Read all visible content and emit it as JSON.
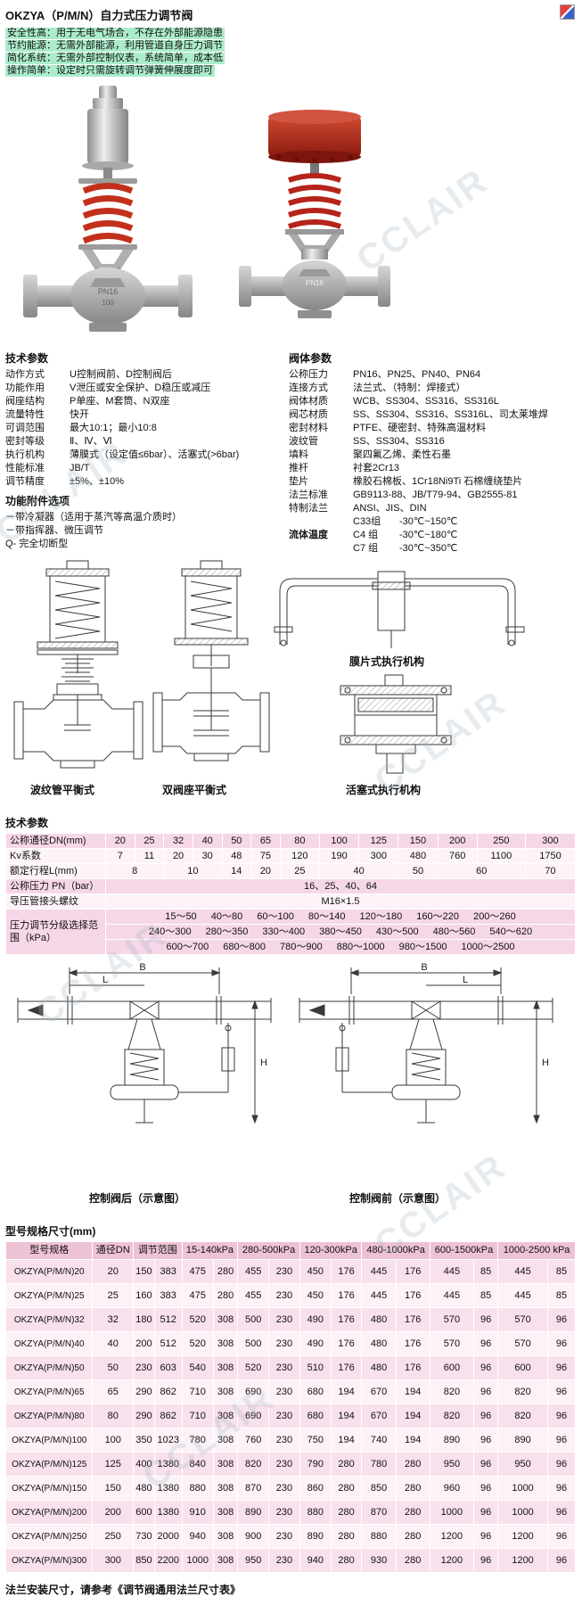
{
  "page": {
    "title": "OKZYA（P/M/N）自力式压力调节阀",
    "watermark": "CCLAIR",
    "footer": "法兰安装尺寸，请参考《调节阀通用法兰尺寸表》"
  },
  "features": [
    "安全性高：用于无电气场合，不存在外部能源隐患",
    "节约能源：无需外部能源，利用管道自身压力调节",
    "简化系统：无需外部控制仪表，系统简单，成本低",
    "操作简单：设定时只需旋转调节弹簧伸展度即可"
  ],
  "sections": {
    "tech_params_title": "技术参数",
    "accessories_title": "功能附件选项",
    "valve_body_title": "阀体参数",
    "size_table_title": "技术参数",
    "model_table_title": "型号规格尺寸(mm)"
  },
  "photo_markings": {
    "pn": "PN16",
    "dn": "100"
  },
  "tech_params": [
    {
      "label": "动作方式",
      "value": "U控制阀前、D控制阀后"
    },
    {
      "label": "功能作用",
      "value": "V泄压或安全保护、D稳压或减压"
    },
    {
      "label": "阀座结构",
      "value": "P单座、M套筒、N双座"
    },
    {
      "label": "流量特性",
      "value": "快开"
    },
    {
      "label": "可调范围",
      "value": "最大10:1；最小10:8"
    },
    {
      "label": "密封等级",
      "value": "Ⅱ、Ⅳ、Ⅵ"
    },
    {
      "label": "执行机构",
      "value": "薄膜式（设定值≤6bar）、活塞式(>6bar)"
    },
    {
      "label": "性能标准",
      "value": "JB/T"
    },
    {
      "label": "调节精度",
      "value": "±5%、±10%"
    }
  ],
  "accessories": [
    "－带冷凝器（适用于蒸汽等高温介质时）",
    "－带指挥器、微压调节",
    "Q- 完全切断型"
  ],
  "valve_body": [
    {
      "label": "公称压力",
      "value": "PN16、PN25、PN40、PN64"
    },
    {
      "label": "连接方式",
      "value": "法兰式、（特制：焊接式）"
    },
    {
      "label": "阀体材质",
      "value": "WCB、SS304、SS316、SS316L"
    },
    {
      "label": "阀芯材质",
      "value": "SS、SS304、SS316、SS316L、司太莱堆焊"
    },
    {
      "label": "密封材料",
      "value": "PTFE、硬密封、特殊高温材料"
    },
    {
      "label": "波纹管",
      "value": "SS、SS304、SS316"
    },
    {
      "label": "填料",
      "value": "聚四氟乙烯、柔性石墨"
    },
    {
      "label": "推杆",
      "value": "衬套2Cr13"
    },
    {
      "label": "垫片",
      "value": "橡胶石棉板、1Cr18Ni9Ti 石棉缠绕垫片"
    },
    {
      "label": "法兰标准",
      "value": "GB9113-88、JB/T79-94、GB2555-81"
    },
    {
      "label": "特制法兰",
      "value": "ANSI、JIS、DIN"
    }
  ],
  "fluid_temp": {
    "label": "流体温度",
    "rows": [
      {
        "group": "C33组",
        "range": "-30℃~150℃"
      },
      {
        "group": "C4 组",
        "range": "-30℃~180℃"
      },
      {
        "group": "C7 组",
        "range": "-30℃~350℃"
      }
    ]
  },
  "drawings": {
    "labels": [
      "波纹管平衡式",
      "双阀座平衡式",
      "膜片式执行机构",
      "活塞式执行机构"
    ]
  },
  "size_table": {
    "rows": [
      {
        "label": "公称通径DN(mm)",
        "cells": [
          "20",
          "25",
          "32",
          "40",
          "50",
          "65",
          "80",
          "100",
          "125",
          "150",
          "200",
          "250",
          "300"
        ]
      },
      {
        "label": "Kv系数",
        "cells": [
          "7",
          "11",
          "20",
          "30",
          "48",
          "75",
          "120",
          "190",
          "300",
          "480",
          "760",
          "1100",
          "1750"
        ]
      },
      {
        "label": "额定行程L(mm)",
        "cells": [
          {
            "v": "8",
            "span": 2
          },
          {
            "v": "10",
            "span": 2
          },
          {
            "v": "14"
          },
          {
            "v": "20"
          },
          {
            "v": "25"
          },
          {
            "v": "40",
            "span": 2
          },
          {
            "v": "50"
          },
          {
            "v": "60",
            "span": 2
          },
          {
            "v": "70"
          }
        ]
      },
      {
        "label": "公称压力 PN（bar）",
        "cells": [
          {
            "v": "16、25、40、64",
            "span": 13
          }
        ]
      },
      {
        "label": "导压管接头螺纹",
        "cells": [
          {
            "v": "M16×1.5",
            "span": 13
          }
        ]
      },
      {
        "label": "压力调节分级选择范围（kPa）",
        "labelRowspan": 3,
        "spread": true,
        "cells": [
          {
            "v": "15～50 40～80 60～100 80～140 120～180 160～220 200～260",
            "span": 13
          }
        ]
      },
      {
        "spread": true,
        "cells": [
          {
            "v": "240～300 280～350 330～400 380～450 430～500 480～560 540～620",
            "span": 13
          }
        ]
      },
      {
        "spread": true,
        "cells": [
          {
            "v": "600～700 680～800 780～900 880～1000 980～1500 1000～2500",
            "span": 13
          }
        ]
      }
    ]
  },
  "schematics": {
    "left_label": "控制阀后（示意图）",
    "right_label": "控制阀前（示意图）",
    "dims": [
      "B",
      "L",
      "H"
    ]
  },
  "model_table": {
    "headers": [
      {
        "label": "型号规格",
        "span": 1
      },
      {
        "label": "通径DN",
        "span": 1
      },
      {
        "label": "调节范围",
        "span": 2
      },
      {
        "label": "15-140kPa",
        "span": 2
      },
      {
        "label": "280-500kPa",
        "span": 2
      },
      {
        "label": "120-300kPa",
        "span": 2
      },
      {
        "label": "480-1000kPa",
        "span": 2
      },
      {
        "label": "600-1500kPa",
        "span": 2
      },
      {
        "label": "1000-2500 kPa",
        "span": 2
      }
    ],
    "rows": [
      [
        "OKZYA(P/M/N)20",
        "20",
        "150",
        "383",
        "475",
        "280",
        "455",
        "230",
        "450",
        "176",
        "445",
        "176",
        "445",
        "85",
        "445",
        "85"
      ],
      [
        "OKZYA(P/M/N)25",
        "25",
        "160",
        "383",
        "475",
        "280",
        "455",
        "230",
        "450",
        "176",
        "445",
        "176",
        "445",
        "85",
        "445",
        "85"
      ],
      [
        "OKZYA(P/M/N)32",
        "32",
        "180",
        "512",
        "520",
        "308",
        "500",
        "230",
        "490",
        "176",
        "480",
        "176",
        "570",
        "96",
        "570",
        "96"
      ],
      [
        "OKZYA(P/M/N)40",
        "40",
        "200",
        "512",
        "520",
        "308",
        "500",
        "230",
        "490",
        "176",
        "480",
        "176",
        "570",
        "96",
        "570",
        "96"
      ],
      [
        "OKZYA(P/M/N)50",
        "50",
        "230",
        "603",
        "540",
        "308",
        "520",
        "230",
        "510",
        "176",
        "480",
        "176",
        "600",
        "96",
        "600",
        "96"
      ],
      [
        "OKZYA(P/M/N)65",
        "65",
        "290",
        "862",
        "710",
        "308",
        "690",
        "230",
        "680",
        "194",
        "670",
        "194",
        "820",
        "96",
        "820",
        "96"
      ],
      [
        "OKZYA(P/M/N)80",
        "80",
        "290",
        "862",
        "710",
        "308",
        "690",
        "230",
        "680",
        "194",
        "670",
        "194",
        "820",
        "96",
        "820",
        "96"
      ],
      [
        "OKZYA(P/M/N)100",
        "100",
        "350",
        "1023",
        "780",
        "308",
        "760",
        "230",
        "750",
        "194",
        "740",
        "194",
        "890",
        "96",
        "890",
        "96"
      ],
      [
        "OKZYA(P/M/N)125",
        "125",
        "400",
        "1380",
        "840",
        "308",
        "820",
        "230",
        "790",
        "280",
        "780",
        "280",
        "950",
        "96",
        "950",
        "96"
      ],
      [
        "OKZYA(P/M/N)150",
        "150",
        "480",
        "1380",
        "880",
        "308",
        "870",
        "230",
        "860",
        "280",
        "850",
        "280",
        "960",
        "96",
        "1000",
        "96"
      ],
      [
        "OKZYA(P/M/N)200",
        "200",
        "600",
        "1380",
        "910",
        "308",
        "890",
        "230",
        "880",
        "280",
        "870",
        "280",
        "1000",
        "96",
        "1000",
        "96"
      ],
      [
        "OKZYA(P/M/N)250",
        "250",
        "730",
        "2000",
        "940",
        "308",
        "900",
        "230",
        "890",
        "280",
        "880",
        "280",
        "1200",
        "96",
        "1200",
        "96"
      ],
      [
        "OKZYA(P/M/N)300",
        "300",
        "850",
        "2200",
        "1000",
        "308",
        "950",
        "230",
        "940",
        "280",
        "930",
        "280",
        "1200",
        "96",
        "1200",
        "96"
      ]
    ]
  }
}
